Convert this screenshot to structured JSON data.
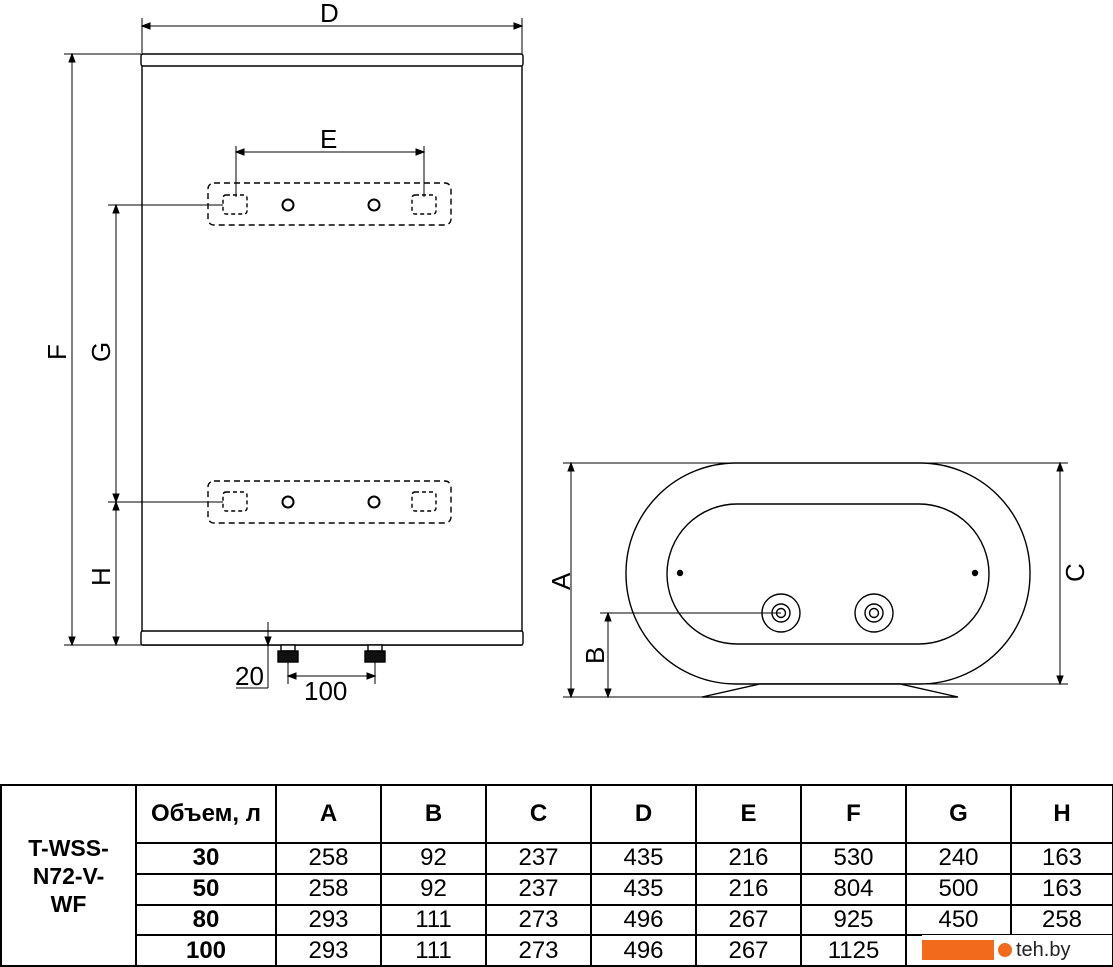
{
  "diagram": {
    "dim_labels": {
      "D": "D",
      "E": "E",
      "F": "F",
      "G": "G",
      "H": "H",
      "A": "A",
      "B": "B",
      "C": "C",
      "outlet_height": "20",
      "outlet_spacing": "100"
    }
  },
  "table": {
    "model": "T-WSS-N72-V-WF",
    "model_lines": [
      "T-WSS-",
      "N72-V-",
      "WF"
    ],
    "headers": [
      "Объем, л",
      "A",
      "B",
      "C",
      "D",
      "E",
      "F",
      "G",
      "H"
    ],
    "rows": [
      [
        "30",
        "258",
        "92",
        "237",
        "435",
        "216",
        "530",
        "240",
        "163"
      ],
      [
        "50",
        "258",
        "92",
        "237",
        "435",
        "216",
        "804",
        "500",
        "163"
      ],
      [
        "80",
        "293",
        "111",
        "273",
        "496",
        "267",
        "925",
        "450",
        "258"
      ],
      [
        "100",
        "293",
        "111",
        "273",
        "496",
        "267",
        "1125",
        "",
        ""
      ]
    ]
  },
  "watermark": {
    "text": "teh.by",
    "color": "#f26a1b"
  }
}
